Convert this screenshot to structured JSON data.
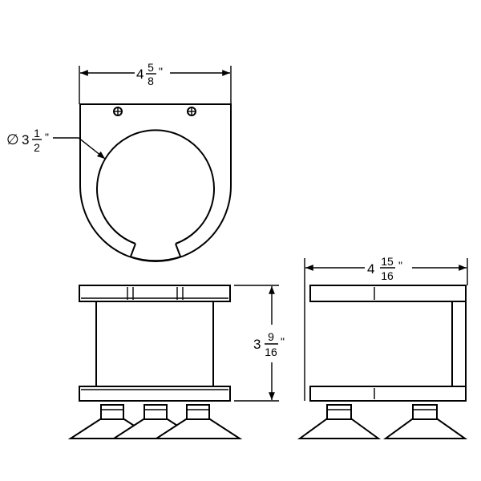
{
  "dimensions": {
    "top_width": {
      "whole": "4",
      "num": "5",
      "den": "8",
      "unit": "\""
    },
    "diameter": {
      "symbol": "∅",
      "whole": "3",
      "num": "1",
      "den": "2",
      "unit": "\""
    },
    "height": {
      "whole": "3",
      "num": "9",
      "den": "16",
      "unit": "\""
    },
    "side_width": {
      "whole": "4",
      "num": "15",
      "den": "16",
      "unit": "\""
    }
  },
  "colors": {
    "stroke": "#000000",
    "fill": "#ffffff"
  }
}
